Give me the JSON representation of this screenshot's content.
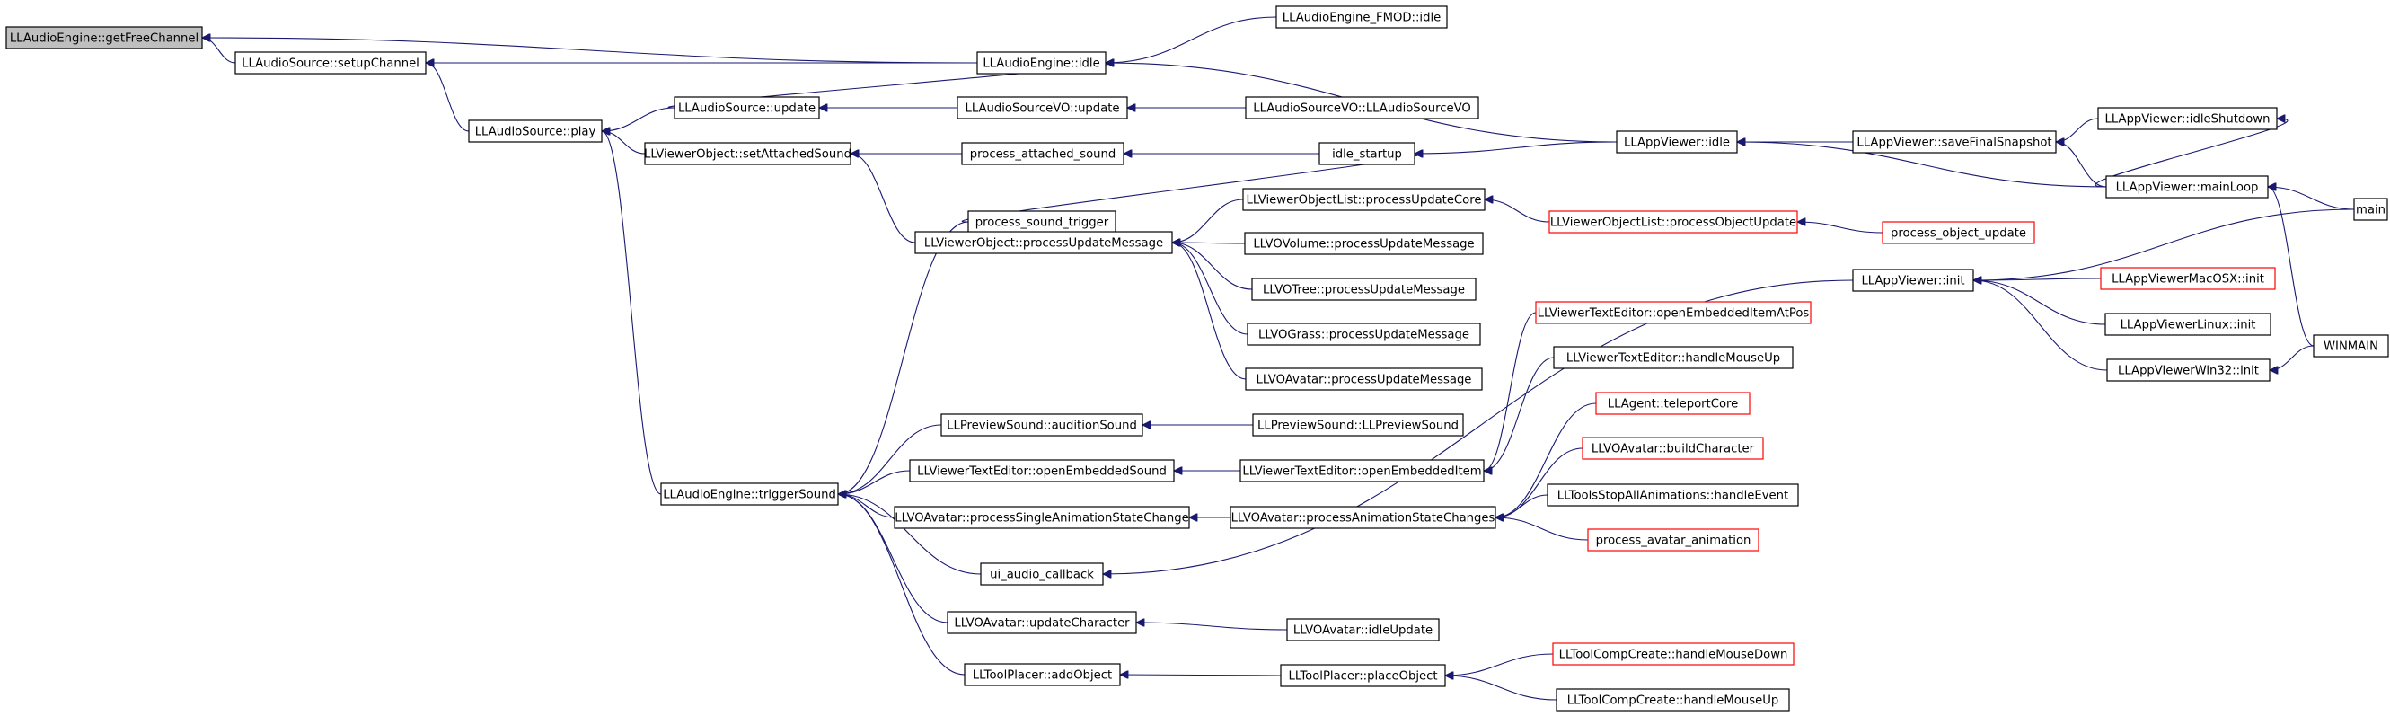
{
  "nodes": [
    {
      "id": "getFreeChannel",
      "label": "LLAudioEngine::getFreeChannel",
      "root": true
    },
    {
      "id": "setupChannel",
      "label": "LLAudioSource::setupChannel"
    },
    {
      "id": "engineIdle",
      "label": "LLAudioEngine::idle"
    },
    {
      "id": "fmodIdle",
      "label": "LLAudioEngine_FMOD::idle"
    },
    {
      "id": "srcPlay",
      "label": "LLAudioSource::play"
    },
    {
      "id": "srcUpdate",
      "label": "LLAudioSource::update"
    },
    {
      "id": "voUpdate",
      "label": "LLAudioSourceVO::update"
    },
    {
      "id": "voCtor",
      "label": "LLAudioSourceVO::LLAudioSourceVO"
    },
    {
      "id": "setAttachedSound",
      "label": "LLViewerObject::setAttachedSound"
    },
    {
      "id": "processAttachedSound",
      "label": "process_attached_sound"
    },
    {
      "id": "idleStartup",
      "label": "idle_startup"
    },
    {
      "id": "appIdle",
      "label": "LLAppViewer::idle"
    },
    {
      "id": "saveFinalSnapshot",
      "label": "LLAppViewer::saveFinalSnapshot"
    },
    {
      "id": "idleShutdown",
      "label": "LLAppViewer::idleShutdown"
    },
    {
      "id": "mainLoop",
      "label": "LLAppViewer::mainLoop"
    },
    {
      "id": "main",
      "label": "main"
    },
    {
      "id": "processSoundTrigger",
      "label": "process_sound_trigger"
    },
    {
      "id": "volProcessUpdateCore",
      "label": "LLViewerObjectList::processUpdateCore"
    },
    {
      "id": "processObjectUpdateList",
      "label": "LLViewerObjectList::processObjectUpdate",
      "red": true
    },
    {
      "id": "processObjectUpdate",
      "label": "process_object_update",
      "red": true
    },
    {
      "id": "voProcessUpdateMessage",
      "label": "LLViewerObject::processUpdateMessage"
    },
    {
      "id": "volumeUpdate",
      "label": "LLVOVolume::processUpdateMessage"
    },
    {
      "id": "treeUpdate",
      "label": "LLVOTree::processUpdateMessage"
    },
    {
      "id": "grassUpdate",
      "label": "LLVOGrass::processUpdateMessage"
    },
    {
      "id": "avatarUpdate",
      "label": "LLVOAvatar::processUpdateMessage"
    },
    {
      "id": "openEmbeddedItemAtPos",
      "label": "LLViewerTextEditor::openEmbeddedItemAtPos",
      "red": true
    },
    {
      "id": "handleMouseUpTE",
      "label": "LLViewerTextEditor::handleMouseUp"
    },
    {
      "id": "teleportCore",
      "label": "LLAgent::teleportCore",
      "red": true
    },
    {
      "id": "buildCharacter",
      "label": "LLVOAvatar::buildCharacter",
      "red": true
    },
    {
      "id": "stopAllAnimations",
      "label": "LLToolsStopAllAnimations::handleEvent"
    },
    {
      "id": "processAvatarAnimation",
      "label": "process_avatar_animation",
      "red": true
    },
    {
      "id": "auditionSound",
      "label": "LLPreviewSound::auditionSound"
    },
    {
      "id": "previewSoundCtor",
      "label": "LLPreviewSound::LLPreviewSound"
    },
    {
      "id": "openEmbeddedSound",
      "label": "LLViewerTextEditor::openEmbeddedSound"
    },
    {
      "id": "openEmbeddedItem",
      "label": "LLViewerTextEditor::openEmbeddedItem"
    },
    {
      "id": "triggerSound",
      "label": "LLAudioEngine::triggerSound"
    },
    {
      "id": "singleAnimStateChange",
      "label": "LLVOAvatar::processSingleAnimationStateChange"
    },
    {
      "id": "animStateChanges",
      "label": "LLVOAvatar::processAnimationStateChanges"
    },
    {
      "id": "uiAudioCallback",
      "label": "ui_audio_callback"
    },
    {
      "id": "updateCharacter",
      "label": "LLVOAvatar::updateCharacter"
    },
    {
      "id": "avatarIdleUpdate",
      "label": "LLVOAvatar::idleUpdate"
    },
    {
      "id": "addObject",
      "label": "LLToolPlacer::addObject"
    },
    {
      "id": "placeObject",
      "label": "LLToolPlacer::placeObject"
    },
    {
      "id": "compCreateMouseDown",
      "label": "LLToolCompCreate::handleMouseDown",
      "red": true
    },
    {
      "id": "compCreateMouseUp",
      "label": "LLToolCompCreate::handleMouseUp"
    },
    {
      "id": "appInit",
      "label": "LLAppViewer::init"
    },
    {
      "id": "macInit",
      "label": "LLAppViewerMacOSX::init",
      "red": true
    },
    {
      "id": "linuxInit",
      "label": "LLAppViewerLinux::init"
    },
    {
      "id": "win32Init",
      "label": "LLAppViewerWin32::init"
    },
    {
      "id": "winMain",
      "label": "WINMAIN"
    }
  ],
  "edges": [
    {
      "from": "setupChannel",
      "to": "getFreeChannel"
    },
    {
      "from": "engineIdle",
      "to": "getFreeChannel"
    },
    {
      "from": "engineIdle",
      "to": "setupChannel"
    },
    {
      "from": "srcPlay",
      "to": "setupChannel"
    },
    {
      "from": "srcUpdate",
      "to": "engineIdle"
    },
    {
      "from": "fmodIdle",
      "to": "engineIdle"
    },
    {
      "from": "appIdle",
      "to": "engineIdle"
    },
    {
      "from": "srcUpdate",
      "to": "srcPlay"
    },
    {
      "from": "setAttachedSound",
      "to": "srcPlay"
    },
    {
      "from": "triggerSound",
      "to": "srcPlay"
    },
    {
      "from": "voUpdate",
      "to": "srcUpdate"
    },
    {
      "from": "voCtor",
      "to": "voUpdate"
    },
    {
      "from": "processAttachedSound",
      "to": "setAttachedSound"
    },
    {
      "from": "voProcessUpdateMessage",
      "to": "setAttachedSound"
    },
    {
      "from": "idleStartup",
      "to": "processAttachedSound"
    },
    {
      "from": "processSoundTrigger",
      "to": "idleStartup"
    },
    {
      "from": "appIdle",
      "to": "idleStartup"
    },
    {
      "from": "saveFinalSnapshot",
      "to": "appIdle"
    },
    {
      "from": "mainLoop",
      "to": "appIdle"
    },
    {
      "from": "idleShutdown",
      "to": "saveFinalSnapshot"
    },
    {
      "from": "mainLoop",
      "to": "saveFinalSnapshot"
    },
    {
      "from": "mainLoop",
      "to": "idleShutdown"
    },
    {
      "from": "main",
      "to": "mainLoop"
    },
    {
      "from": "winMain",
      "to": "mainLoop"
    },
    {
      "from": "volProcessUpdateCore",
      "to": "voProcessUpdateMessage"
    },
    {
      "from": "volumeUpdate",
      "to": "voProcessUpdateMessage"
    },
    {
      "from": "treeUpdate",
      "to": "voProcessUpdateMessage"
    },
    {
      "from": "grassUpdate",
      "to": "voProcessUpdateMessage"
    },
    {
      "from": "avatarUpdate",
      "to": "voProcessUpdateMessage"
    },
    {
      "from": "processObjectUpdateList",
      "to": "volProcessUpdateCore"
    },
    {
      "from": "processObjectUpdate",
      "to": "processObjectUpdateList"
    },
    {
      "from": "processSoundTrigger",
      "to": "triggerSound"
    },
    {
      "from": "auditionSound",
      "to": "triggerSound"
    },
    {
      "from": "openEmbeddedSound",
      "to": "triggerSound"
    },
    {
      "from": "singleAnimStateChange",
      "to": "triggerSound"
    },
    {
      "from": "uiAudioCallback",
      "to": "triggerSound"
    },
    {
      "from": "updateCharacter",
      "to": "triggerSound"
    },
    {
      "from": "addObject",
      "to": "triggerSound"
    },
    {
      "from": "previewSoundCtor",
      "to": "auditionSound"
    },
    {
      "from": "openEmbeddedItem",
      "to": "openEmbeddedSound"
    },
    {
      "from": "openEmbeddedItemAtPos",
      "to": "openEmbeddedItem"
    },
    {
      "from": "handleMouseUpTE",
      "to": "openEmbeddedItem"
    },
    {
      "from": "animStateChanges",
      "to": "singleAnimStateChange"
    },
    {
      "from": "teleportCore",
      "to": "animStateChanges"
    },
    {
      "from": "buildCharacter",
      "to": "animStateChanges"
    },
    {
      "from": "stopAllAnimations",
      "to": "animStateChanges"
    },
    {
      "from": "processAvatarAnimation",
      "to": "animStateChanges"
    },
    {
      "from": "appInit",
      "to": "uiAudioCallback"
    },
    {
      "from": "avatarIdleUpdate",
      "to": "updateCharacter"
    },
    {
      "from": "placeObject",
      "to": "addObject"
    },
    {
      "from": "compCreateMouseDown",
      "to": "placeObject"
    },
    {
      "from": "compCreateMouseUp",
      "to": "placeObject"
    },
    {
      "from": "main",
      "to": "appInit"
    },
    {
      "from": "macInit",
      "to": "appInit"
    },
    {
      "from": "linuxInit",
      "to": "appInit"
    },
    {
      "from": "win32Init",
      "to": "appInit"
    },
    {
      "from": "winMain",
      "to": "win32Init"
    }
  ]
}
